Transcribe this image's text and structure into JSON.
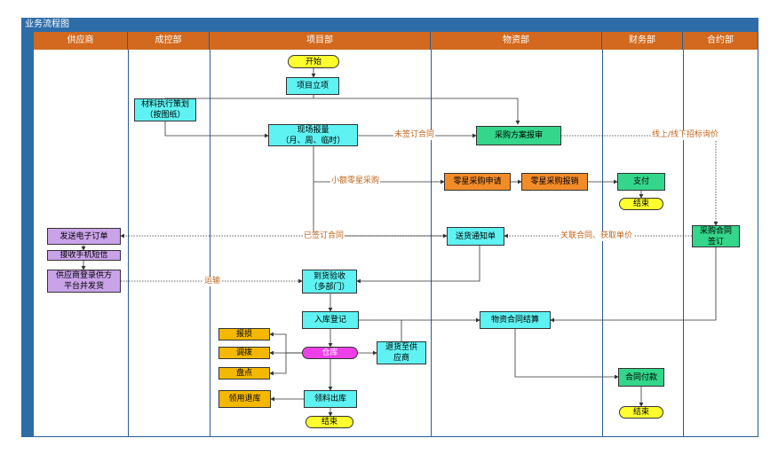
{
  "window": {
    "title": "业务流程图"
  },
  "lanes": [
    "供应商",
    "成控部",
    "项目部",
    "物资部",
    "财务部",
    "合约部"
  ],
  "nodes": {
    "start": "开始",
    "project_setup": "项目立项",
    "material_plan": "材料执行策划\n（按图纸）",
    "site_report": "现场报量\n（月、周、临时）",
    "purchase_plan": "采购方案报审",
    "small_purchase_apply": "零星采购申请",
    "small_purchase_reimburse": "零星采购报销",
    "payment": "支付",
    "end1": "结束",
    "send_eorder": "发送电子订单",
    "receive_sms": "接收手机短信",
    "supplier_login_ship": "供应商登录供方\n平台并发货",
    "delivery_notice": "送货通知单",
    "purchase_contract": "采购合同\n签订",
    "receive_goods": "到货验收\n（多部门）",
    "stock_in": "入库登记",
    "material_settlement": "物资合同结算",
    "scrap": "报损",
    "transfer": "调拨",
    "inventory": "盘点",
    "warehouse": "仓库",
    "return_supplier": "退货至供\n应商",
    "contract_payment": "合同付款",
    "return_stock": "领用退库",
    "stock_out": "领料出库",
    "end2": "结束",
    "end3": "结束"
  },
  "edge_labels": {
    "unsigned_contract": "未签订合同",
    "online_offline": "线上/线下招标询价",
    "small_purchase": "小额零星采购",
    "signed_contract": "已签订合同",
    "link_contract": "关联合同、获取单价",
    "transport": "运输"
  },
  "colors": {
    "lane_header": "#d2691e",
    "title_bar": "#2e6ca8",
    "line_color": "#2b5d93"
  }
}
